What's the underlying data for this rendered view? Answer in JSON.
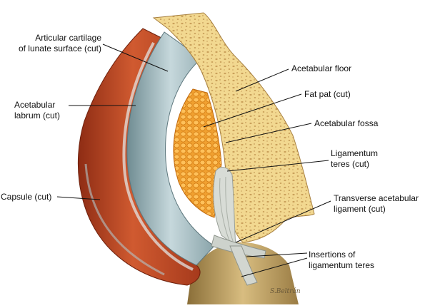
{
  "labels": {
    "articular_cartilage": [
      "Articular cartilage",
      "of lunate surface (cut)"
    ],
    "acetabular_labrum": [
      "Acetabular",
      "labrum (cut)"
    ],
    "capsule": "Capsule (cut)",
    "acetabular_floor": "Acetabular floor",
    "fat_pat": "Fat pat (cut)",
    "acetabular_fossa": "Acetabular fossa",
    "ligamentum_teres": [
      "Ligamentum",
      "teres (cut)"
    ],
    "transverse_ligament": [
      "Transverse acetabular",
      "ligament (cut)"
    ],
    "insertions": [
      "Insertions of",
      "ligamentum teres"
    ]
  },
  "signature": "S.Beltrán",
  "colors": {
    "bone": "#f2d890",
    "bone_pore": "#c9a05a",
    "capsule": "#c8502a",
    "capsule_dark": "#8e2c14",
    "cartilage": "#b9cfd3",
    "cartilage_dark": "#7e9aa0",
    "fat": "#f0a030",
    "ligament": "#d8dcd6",
    "femur": "#c8ad70"
  }
}
